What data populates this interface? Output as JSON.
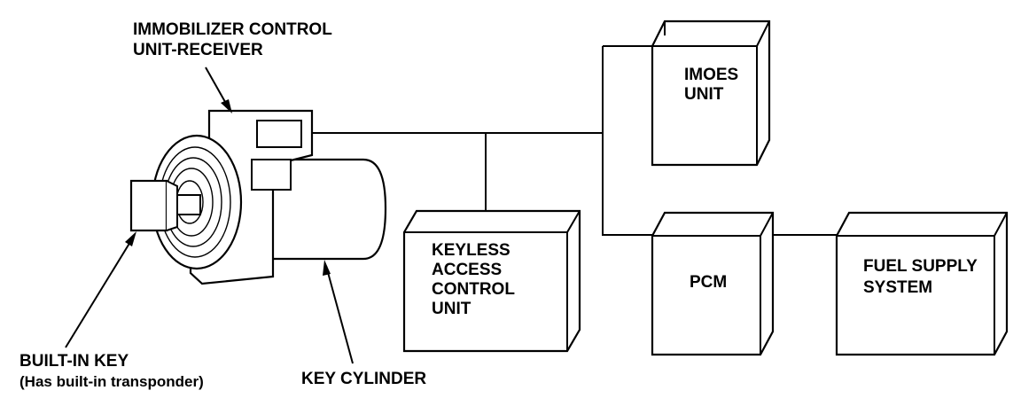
{
  "labels": {
    "immobilizer_line1": "IMMOBILIZER CONTROL",
    "immobilizer_line2": "UNIT-RECEIVER",
    "builtin_key_line1": "BUILT-IN KEY",
    "builtin_key_line2": "(Has built-in transponder)",
    "key_cylinder": "KEY CYLINDER"
  },
  "boxes": {
    "imoes": {
      "line1": "IMOES",
      "line2": "UNIT"
    },
    "keyless": {
      "line1": "KEYLESS",
      "line2": "ACCESS",
      "line3": "CONTROL",
      "line4": "UNIT"
    },
    "pcm": {
      "line1": "PCM"
    },
    "fuel": {
      "line1": "FUEL SUPPLY",
      "line2": "SYSTEM"
    }
  }
}
